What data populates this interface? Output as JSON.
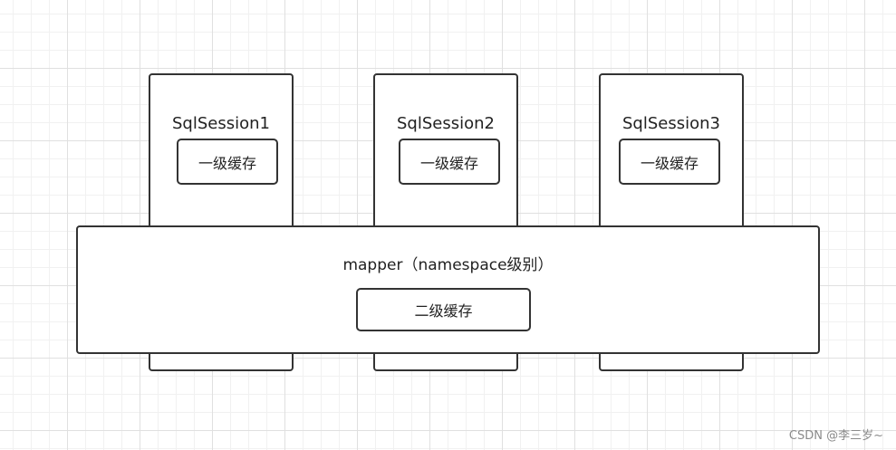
{
  "sessions": [
    {
      "title": "SqlSession1",
      "cache_label": "一级缓存"
    },
    {
      "title": "SqlSession2",
      "cache_label": "一级缓存"
    },
    {
      "title": "SqlSession3",
      "cache_label": "一级缓存"
    }
  ],
  "mapper": {
    "title": "mapper（namespace级别）",
    "cache_label": "二级缓存"
  },
  "watermark": "CSDN @李三岁~",
  "colors": {
    "border": "#333333",
    "background": "#ffffff",
    "grid": "#e0e0e0"
  }
}
